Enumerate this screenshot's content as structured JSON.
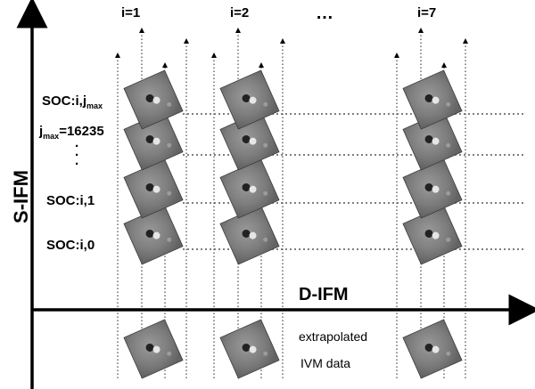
{
  "axes": {
    "x_label": "D-IFM",
    "y_label": "S-IFM"
  },
  "columns": [
    {
      "label": "i=1"
    },
    {
      "label": "i=2"
    },
    {
      "label": "…"
    },
    {
      "label": "i=7"
    }
  ],
  "rows": {
    "top": {
      "prefix": "SOC:i,j",
      "sub": "max"
    },
    "jmax": {
      "prefix": "j",
      "sub": "max",
      "suffix": "=16235"
    },
    "dots": "·",
    "row1": "SOC:i,1",
    "row0": "SOC:i,0"
  },
  "note": {
    "line1": "extrapolated",
    "line2": "IVM data"
  },
  "colors": {
    "tile_base": "#7f7f7f",
    "tile_edge": "#3a3a3a",
    "axis": "#000000",
    "dotted_line": "#555555"
  }
}
